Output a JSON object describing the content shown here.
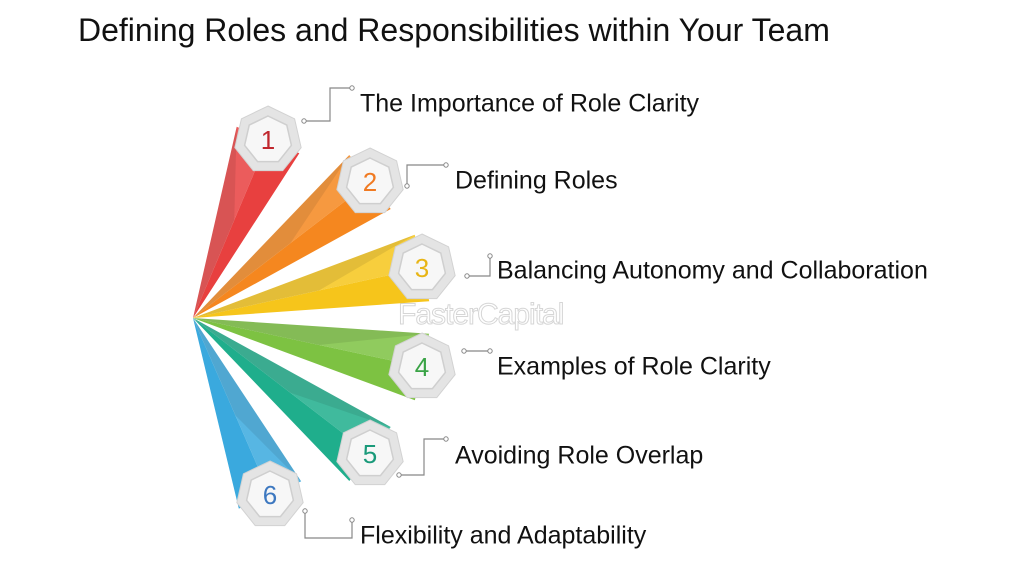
{
  "title": "Defining Roles and Responsibilities within Your Team",
  "watermark": "FasterCapital",
  "items": [
    {
      "number": "1",
      "label": "The Importance of Role Clarity",
      "color": "#e8403f",
      "number_color": "#c0272d"
    },
    {
      "number": "2",
      "label": "Defining Roles",
      "color": "#f5871f",
      "number_color": "#f07a22"
    },
    {
      "number": "3",
      "label": "Balancing Autonomy and Collaboration",
      "color": "#f6c51b",
      "number_color": "#e8b516"
    },
    {
      "number": "4",
      "label": "Examples of Role Clarity",
      "color": "#7dc242",
      "number_color": "#3aa346"
    },
    {
      "number": "5",
      "label": "Avoiding Role Overlap",
      "color": "#1fae8c",
      "number_color": "#1a9a7a"
    },
    {
      "number": "6",
      "label": "Flexibility and Adaptability",
      "color": "#3aa9de",
      "number_color": "#3d78c0"
    }
  ]
}
